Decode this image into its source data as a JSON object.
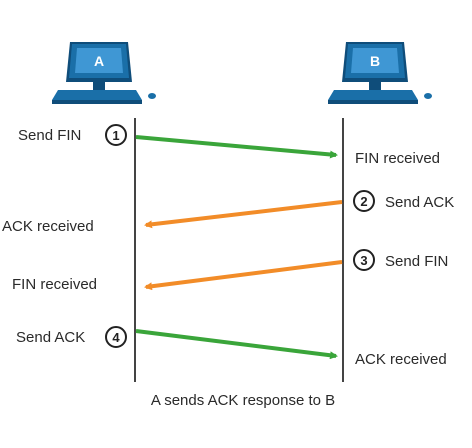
{
  "hosts": {
    "a": {
      "label": "A"
    },
    "b": {
      "label": "B"
    }
  },
  "colors": {
    "accent_green": "#3aa53a",
    "accent_orange": "#f28c28",
    "timeline": "#444444",
    "monitor_body": "#1a6fa8",
    "monitor_screen": "#3f97d4",
    "monitor_dark": "#0f4d7a"
  },
  "steps": [
    {
      "number": "1",
      "sender_text": "Send FIN",
      "receiver_text": "FIN received",
      "direction": "A-to-B",
      "color": "green"
    },
    {
      "number": "2",
      "sender_text": "Send ACK",
      "receiver_text": "ACK received",
      "direction": "B-to-A",
      "color": "orange"
    },
    {
      "number": "3",
      "sender_text": "Send FIN",
      "receiver_text": "FIN received",
      "direction": "B-to-A",
      "color": "orange"
    },
    {
      "number": "4",
      "sender_text": "Send ACK",
      "receiver_text": "ACK received",
      "direction": "A-to-B",
      "color": "green"
    }
  ],
  "caption": "A sends ACK response to B"
}
